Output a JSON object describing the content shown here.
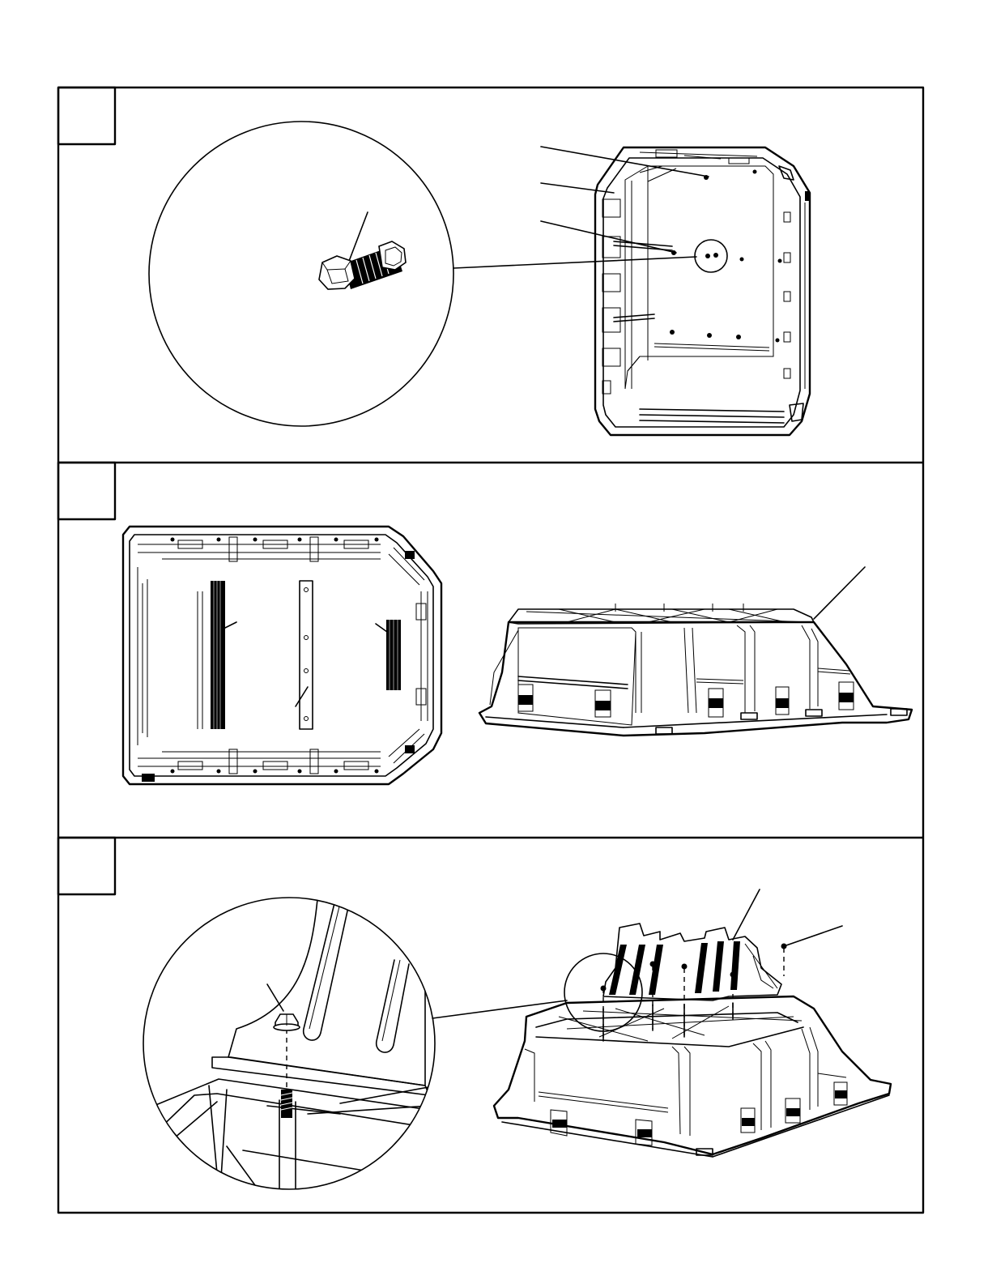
{
  "steps": [
    {
      "label": "",
      "callouts": 4,
      "detail": "bolt-detail",
      "views": [
        "base-panel-with-bolts"
      ]
    },
    {
      "label": "",
      "callouts": 3,
      "views": [
        "base-underside-with-strips",
        "base-inverted-isometric"
      ]
    },
    {
      "label": "",
      "callouts": 3,
      "detail": "flange-nut-detail",
      "views": [
        "floor-panel-install"
      ]
    }
  ],
  "icons": {
    "bolt": "hex-bolt-icon",
    "nut": "flange-nut-icon"
  }
}
